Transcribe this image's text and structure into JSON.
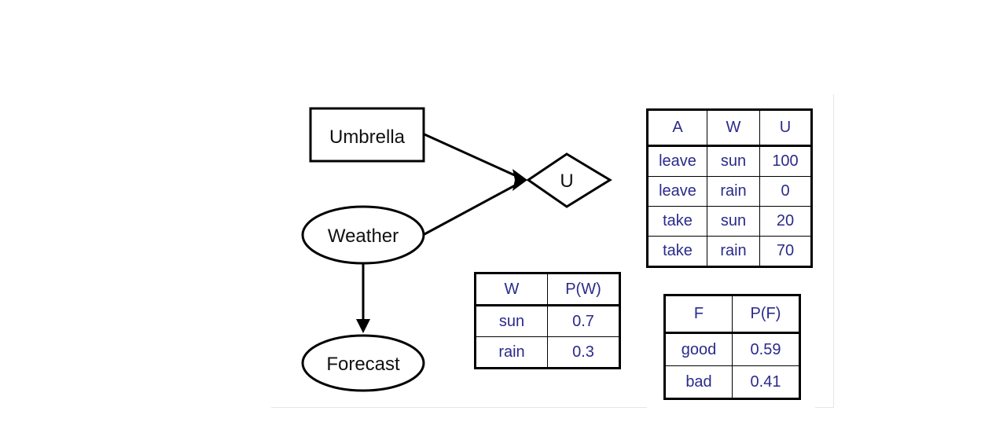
{
  "nodes": {
    "umbrella": "Umbrella",
    "weather": "Weather",
    "forecast": "Forecast",
    "utility": "U"
  },
  "utility_table": {
    "headers": [
      "A",
      "W",
      "U"
    ],
    "rows": [
      [
        "leave",
        "sun",
        "100"
      ],
      [
        "leave",
        "rain",
        "0"
      ],
      [
        "take",
        "sun",
        "20"
      ],
      [
        "take",
        "rain",
        "70"
      ]
    ]
  },
  "weather_table": {
    "headers": [
      "W",
      "P(W)"
    ],
    "rows": [
      [
        "sun",
        "0.7"
      ],
      [
        "rain",
        "0.3"
      ]
    ]
  },
  "forecast_table": {
    "headers": [
      "F",
      "P(F)"
    ],
    "rows": [
      [
        "good",
        "0.59"
      ],
      [
        "bad",
        "0.41"
      ]
    ]
  },
  "colors": {
    "table_text": "#2a2a8c",
    "line": "#000000"
  }
}
